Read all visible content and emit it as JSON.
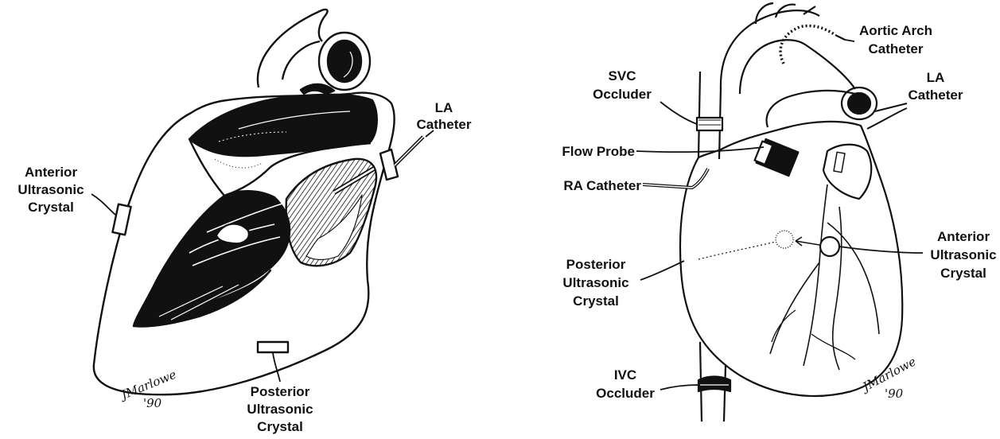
{
  "left_panel": {
    "labels": {
      "la_catheter": [
        "LA",
        "Catheter"
      ],
      "anterior_crystal": [
        "Anterior",
        "Ultrasonic",
        "Crystal"
      ],
      "posterior_crystal": [
        "Posterior",
        "Ultrasonic",
        "Crystal"
      ]
    },
    "signature": [
      "JMarlowe",
      "'90"
    ]
  },
  "right_panel": {
    "labels": {
      "aortic_arch_catheter": [
        "Aortic Arch",
        "Catheter"
      ],
      "la_catheter": [
        "LA",
        "Catheter"
      ],
      "svc_occluder": [
        "SVC",
        "Occluder"
      ],
      "flow_probe": [
        "Flow Probe"
      ],
      "ra_catheter": [
        "RA Catheter"
      ],
      "anterior_crystal": [
        "Anterior",
        "Ultrasonic",
        "Crystal"
      ],
      "posterior_crystal": [
        "Posterior",
        "Ultrasonic",
        "Crystal"
      ],
      "ivc_occluder": [
        "IVC",
        "Occluder"
      ]
    },
    "signature": [
      "JMarlowe",
      "'90"
    ]
  },
  "colors": {
    "ink": "#111111",
    "paper": "#ffffff"
  }
}
